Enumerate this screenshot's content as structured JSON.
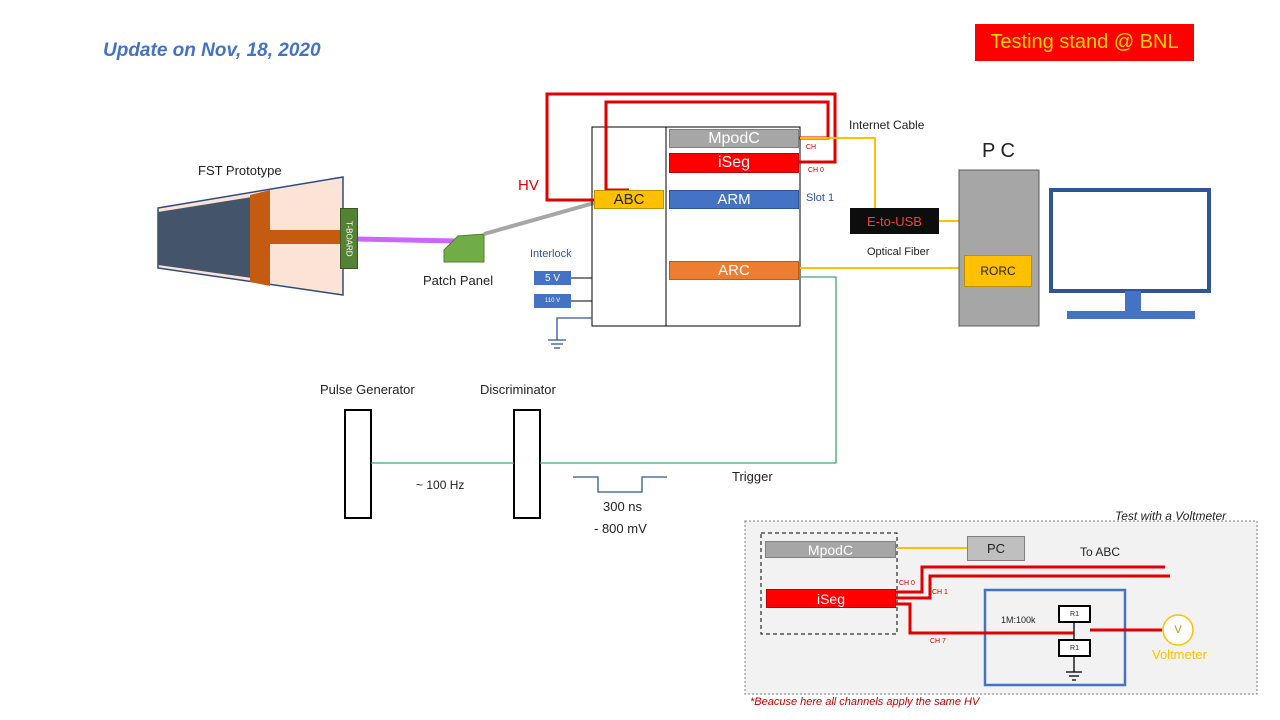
{
  "header": {
    "date": "Update on Nov, 18, 2020",
    "title": "Testing stand @ BNL"
  },
  "detector": {
    "label": "FST Prototype",
    "tboard": "T-BOARD"
  },
  "patch_panel": "Patch Panel",
  "crate": {
    "hv_label": "HV",
    "modules": {
      "mpodc": "MpodC",
      "iseg": "iSeg",
      "abc": "ABC",
      "arm": "ARM",
      "arc": "ARC"
    },
    "ch_label": "CH",
    "ch0_label": "CH 0",
    "slot_label": "Slot 1",
    "interlock": "Interlock",
    "psu_5v": "5 V",
    "psu_110v": "110 V"
  },
  "pc": {
    "title": "P C",
    "internet_cable": "Internet Cable",
    "e_to_usb": "E-to-USB",
    "optical_fiber": "Optical Fiber",
    "rorc": "RORC"
  },
  "trigger_chain": {
    "pulse_generator": "Pulse Generator",
    "discriminator": "Discriminator",
    "frequency": "~ 100 Hz",
    "width": "300 ns",
    "amplitude": "- 800 mV",
    "trigger": "Trigger"
  },
  "voltmeter_test": {
    "title": "Test with a Voltmeter",
    "mpodc": "MpodC",
    "pc": "PC",
    "iseg": "iSeg",
    "to_abc": "To ABC",
    "ch0": "CH 0",
    "ch1": "CH 1",
    "ch7": "CH 7",
    "divider": "1M:100k",
    "r1_top": "R1",
    "r1_bottom": "R1",
    "v_symbol": "V",
    "voltmeter": "Voltmeter",
    "footnote": "*Beacuse here all channels apply the same HV"
  },
  "colors": {
    "title_bg": "#ff0000",
    "title_fg": "#ffd700",
    "date_fg": "#4472c4",
    "hv_red": "#e00000",
    "amber": "#ffc000",
    "blue": "#4472c4",
    "orange": "#ed7d31",
    "green_wire": "#3aaa70",
    "grey": "#a6a6a6"
  }
}
